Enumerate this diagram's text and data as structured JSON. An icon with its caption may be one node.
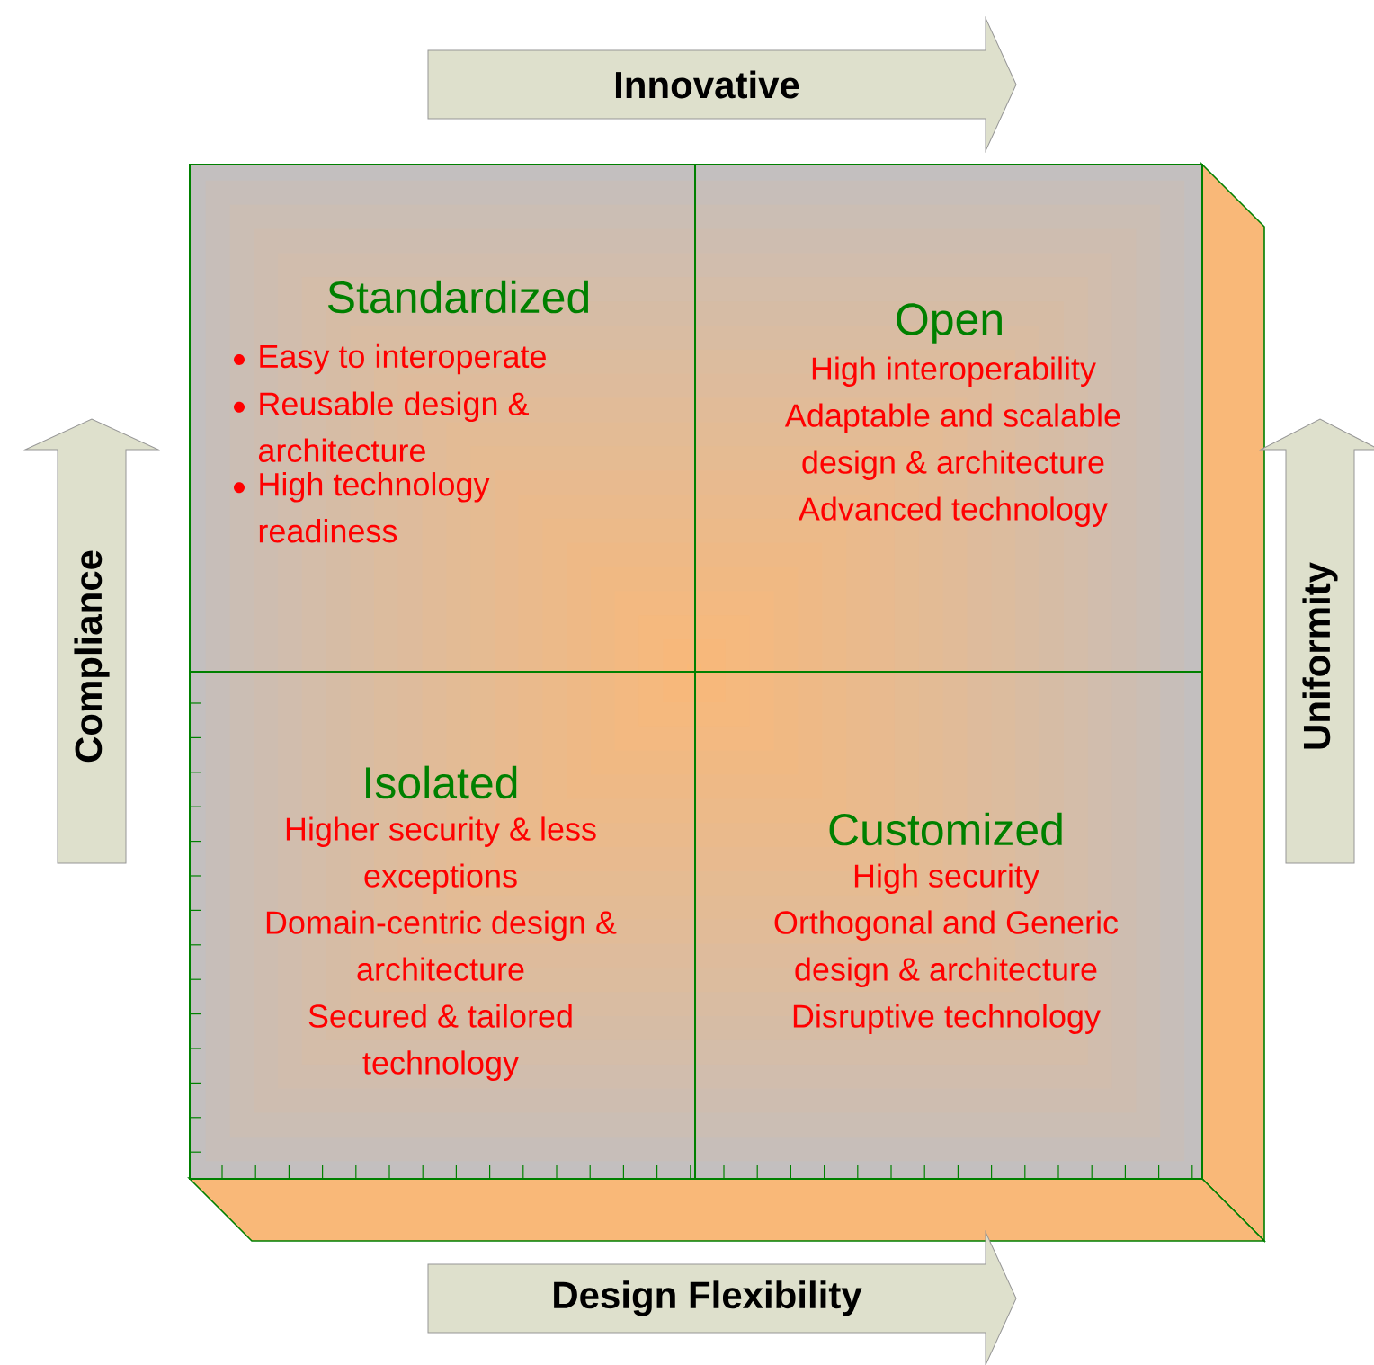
{
  "diagram": {
    "nodes": [
      {
        "text": [
          "Innovative"
        ]
      },
      {
        "text": [
          "Compliance"
        ]
      },
      {
        "text": [
          "Standardized",
          "Easy to interoperate",
          "Reusable design & architecture",
          "High technology readiness"
        ]
      },
      {
        "text": [
          "Open",
          "High interoperability",
          "Adaptable and scalable design & architecture",
          "Advanced technology"
        ]
      },
      {
        "text": [
          "Uniformity"
        ]
      },
      {
        "text": [
          "Isolated",
          "Higher security & less exceptions",
          "Domain-centric design & architecture",
          "Secured & tailored technology"
        ]
      },
      {
        "text": [
          "Customized",
          "High security",
          "Orthogonal and Generic design & architecture",
          "Disruptive technology"
        ]
      },
      {
        "text": [
          "Design Flexibility"
        ]
      }
    ]
  }
}
